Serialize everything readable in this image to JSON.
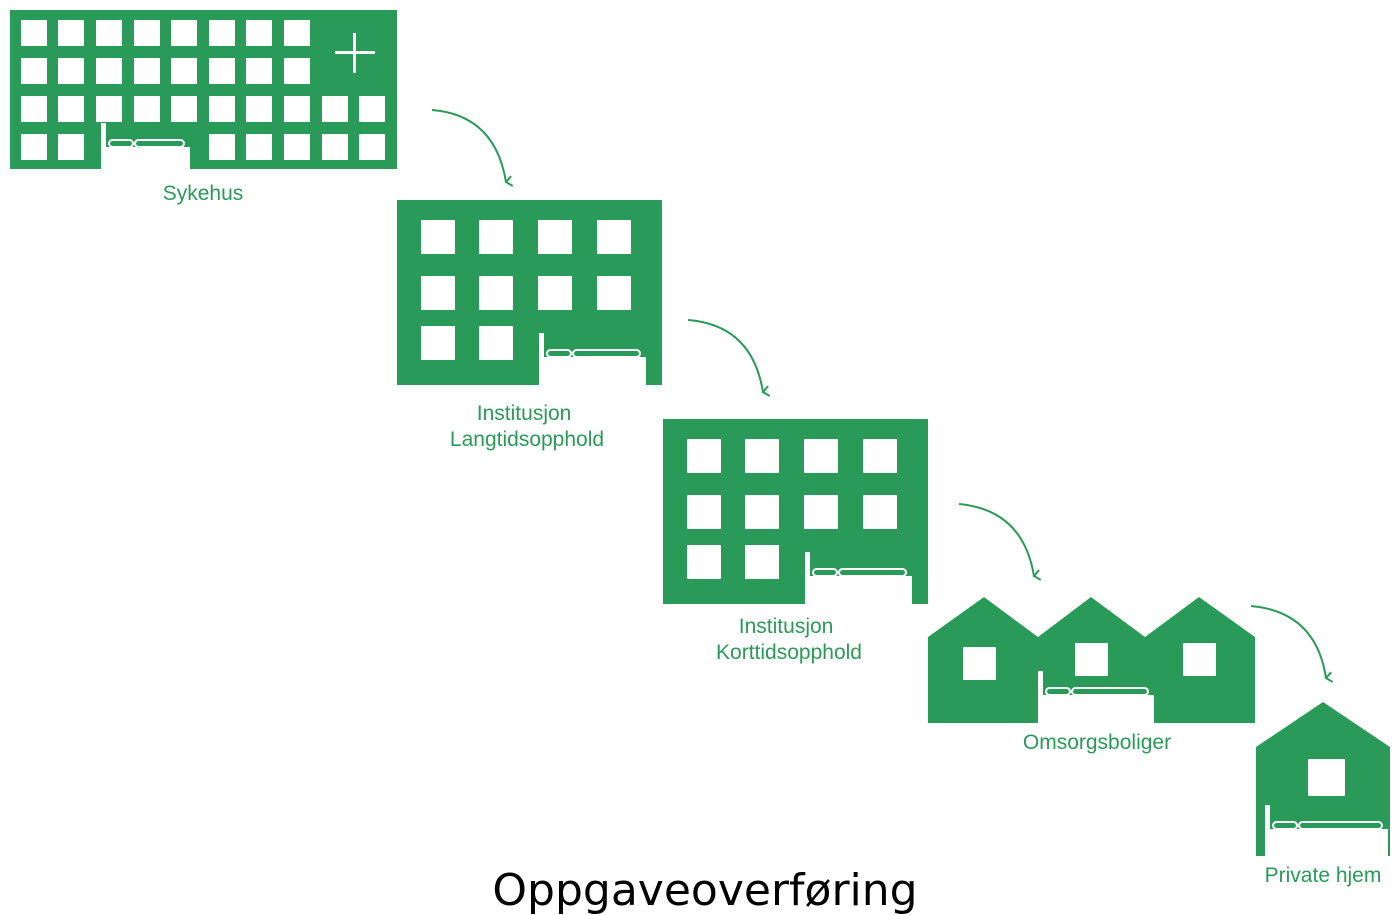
{
  "colors": {
    "green": "#2a9a59",
    "label": "#2a9a59",
    "bed": "#ffffff",
    "title": "#000000"
  },
  "stages": [
    {
      "id": "sykehus",
      "label_lines": [
        "Sykehus"
      ],
      "icon": "hospital-building-icon"
    },
    {
      "id": "langtid",
      "label_lines": [
        "Institusjon",
        "Langtidsopphold"
      ],
      "icon": "institution-building-icon"
    },
    {
      "id": "korttid",
      "label_lines": [
        "Institusjon",
        "Korttidsopphold"
      ],
      "icon": "institution-building-icon"
    },
    {
      "id": "omsorg",
      "label_lines": [
        "Omsorgsboliger"
      ],
      "icon": "row-houses-icon"
    },
    {
      "id": "private",
      "label_lines": [
        "Private hjem"
      ],
      "icon": "house-icon"
    }
  ],
  "arrows": [
    {
      "from": "sykehus",
      "to": "langtid"
    },
    {
      "from": "langtid",
      "to": "korttid"
    },
    {
      "from": "korttid",
      "to": "omsorg"
    },
    {
      "from": "omsorg",
      "to": "private"
    }
  ],
  "title": "Oppgaveoverføring"
}
